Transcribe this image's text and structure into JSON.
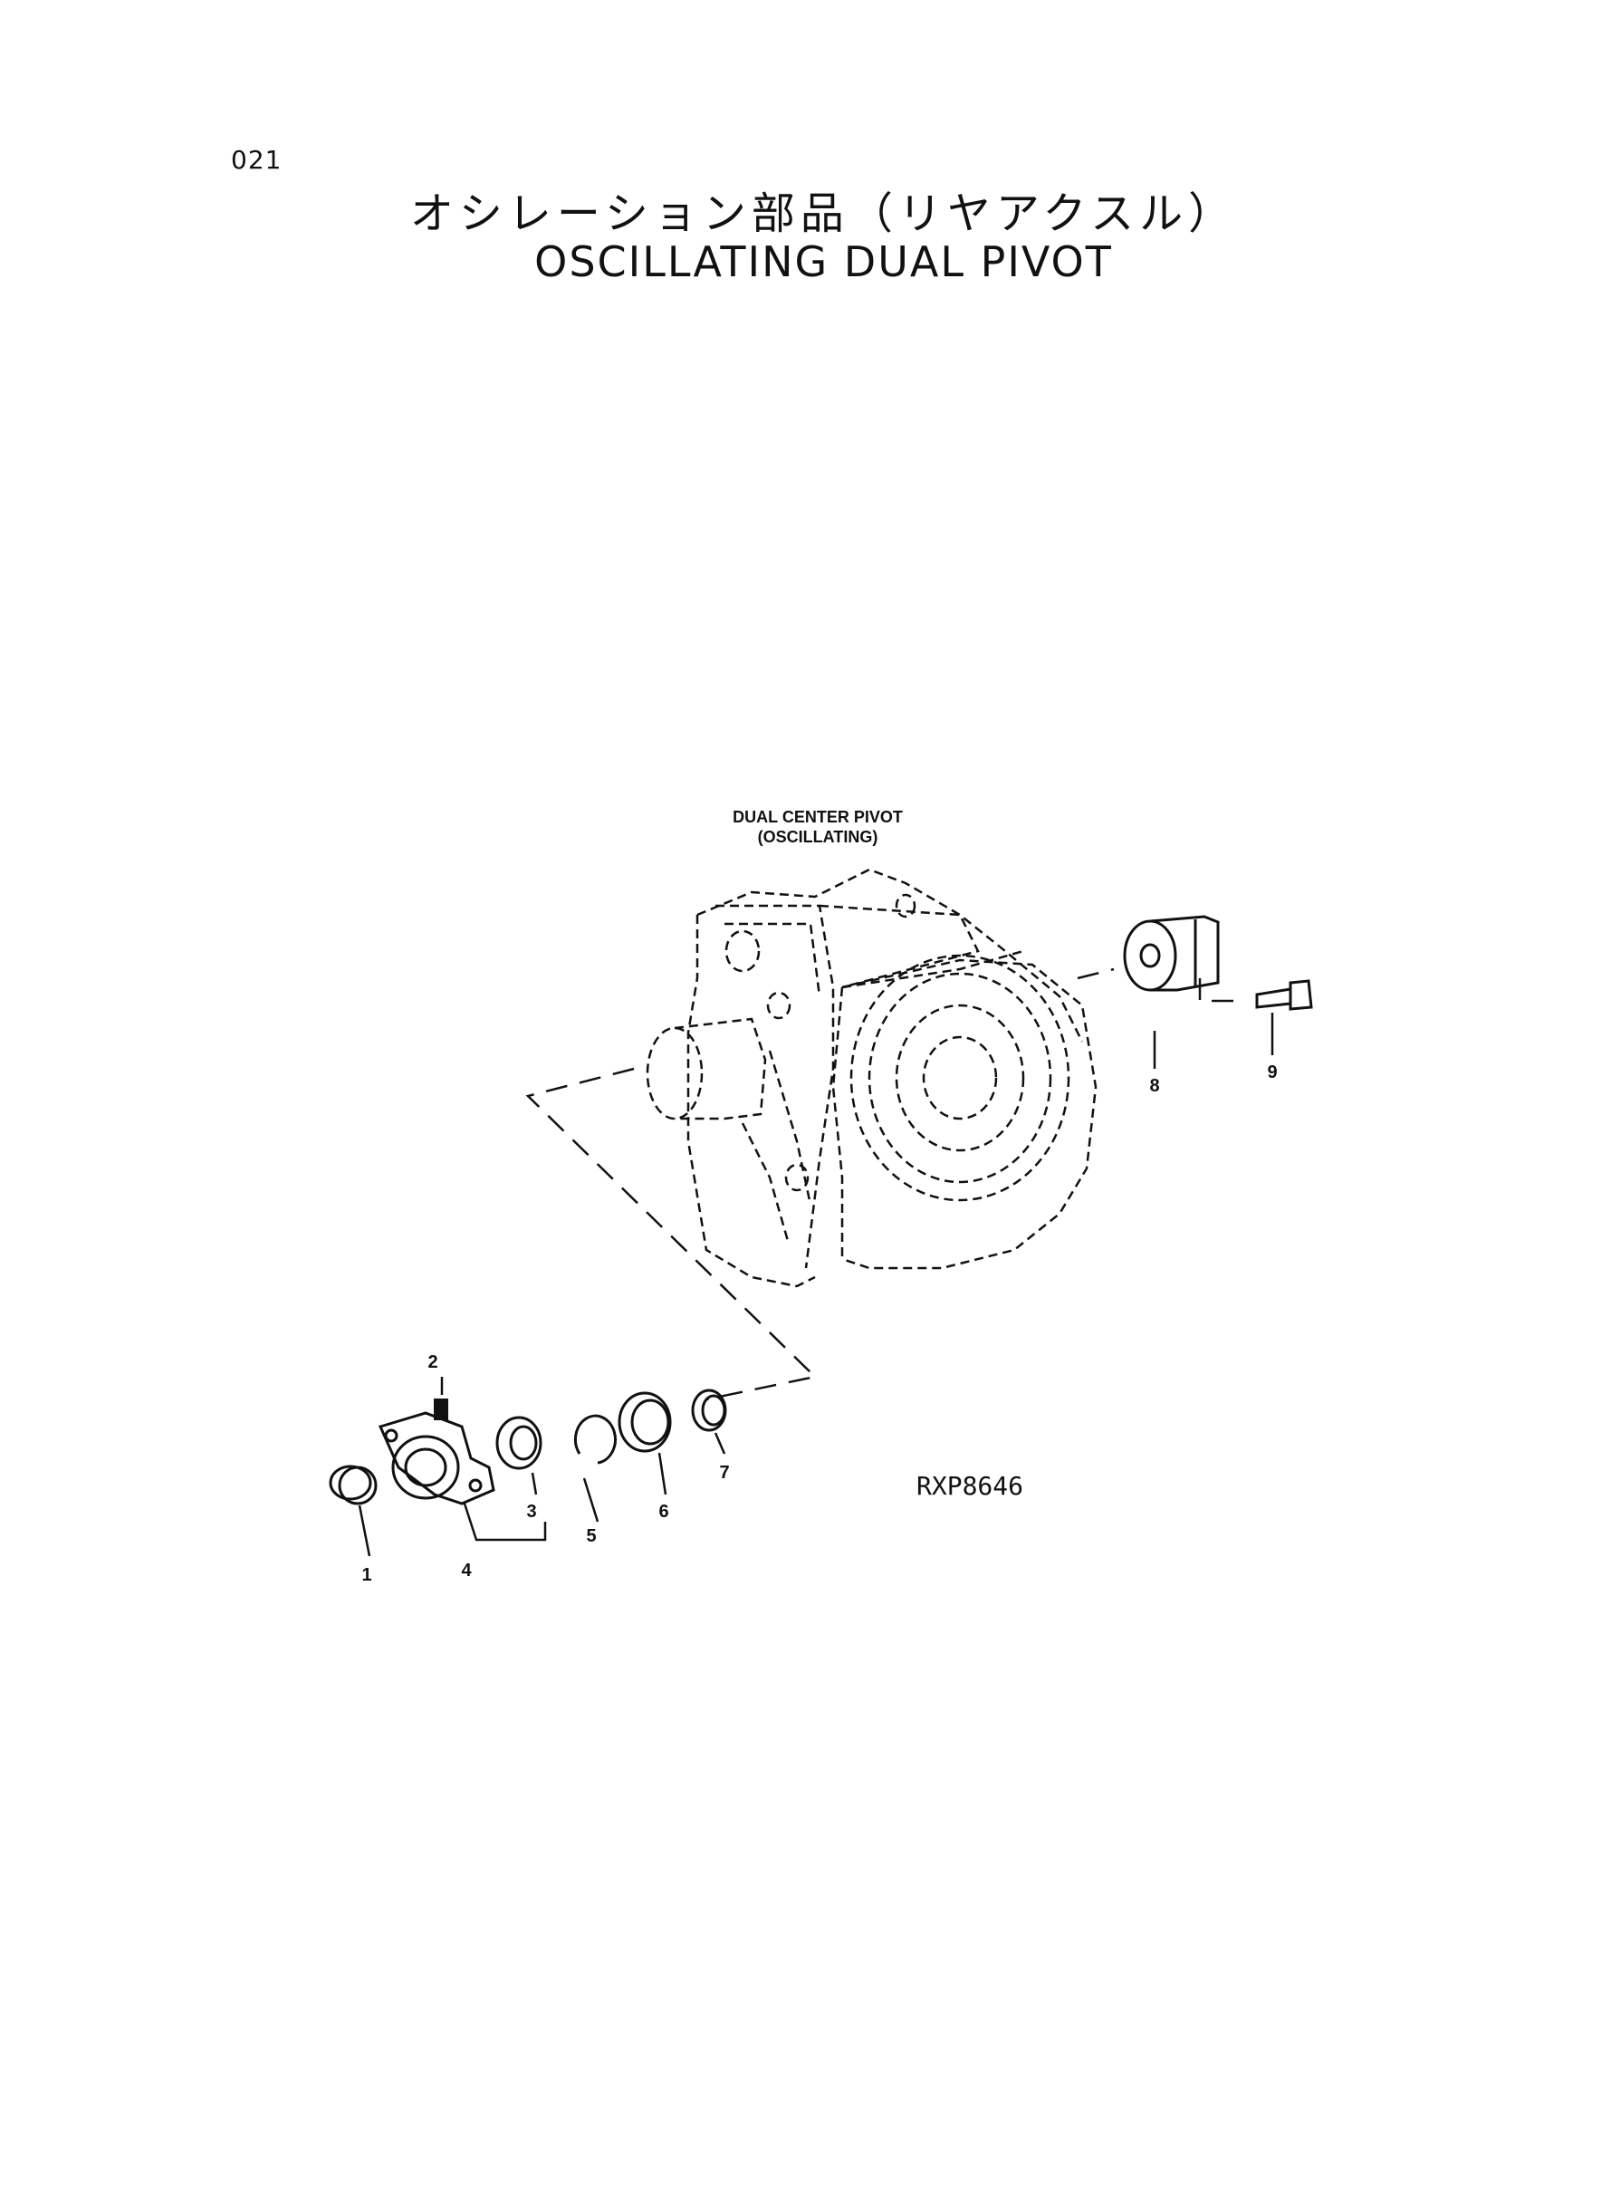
{
  "page": {
    "number": "021",
    "title_jp": "オシレーション部品（リヤアクスル）",
    "title_en": "OSCILLATING DUAL PIVOT"
  },
  "diagram": {
    "assembly_caption_line1": "DUAL CENTER PIVOT",
    "assembly_caption_line2": "(OSCILLATING)",
    "reference_code": "RXP8646",
    "callouts": [
      "1",
      "2",
      "3",
      "4",
      "5",
      "6",
      "7",
      "8",
      "9"
    ]
  }
}
